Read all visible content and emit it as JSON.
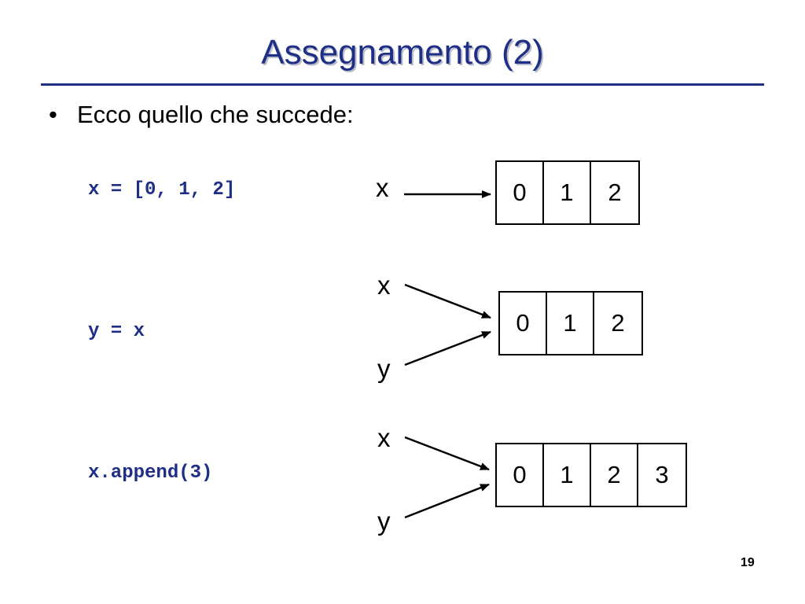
{
  "slide": {
    "title": "Assegnamento (2)",
    "bullet": "Ecco quello che succede:",
    "page_number": "19"
  },
  "steps": [
    {
      "code": "x = [0, 1, 2]",
      "labels": [
        "x"
      ],
      "cells": [
        "0",
        "1",
        "2"
      ]
    },
    {
      "code": "y = x",
      "labels": [
        "x",
        "y"
      ],
      "cells": [
        "0",
        "1",
        "2"
      ]
    },
    {
      "code": "x.append(3)",
      "labels": [
        "x",
        "y"
      ],
      "cells": [
        "0",
        "1",
        "2",
        "3"
      ]
    }
  ],
  "colors": {
    "title": "#1f2f86",
    "code": "#1f2f86"
  }
}
